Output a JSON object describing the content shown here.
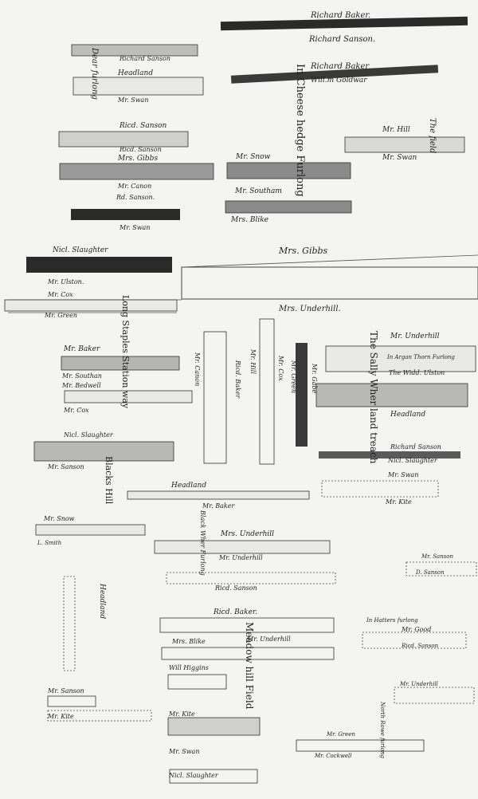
{
  "colors": {
    "paper": "#f4f4f2",
    "ink": "#1e1e1e",
    "dark_strip": "#2a2a2a",
    "shade": "#9a9a9a",
    "light": "#e9e9e7"
  },
  "labels": {
    "richard_baker_top": "Richard Baker.",
    "richard_sanson_top": "Richard Sanson.",
    "richard_sanson_l1": "Richard Sanson",
    "dear_furlong": "Dear furlong",
    "headland_top": "Headland",
    "mr_swan_1": "Mr. Swan",
    "richard_baker_2": "Richard Baker",
    "will_goldwar": "Will.m Goldwar",
    "in_cheese_hedge_furlong": "In Cheese hedge Furlong",
    "ricd_sanson_a": "Ricd. Sanson",
    "mr_hill": "Mr. Hill",
    "mr_swan_2": "Mr. Swan",
    "the_field": "The field",
    "ricd_sanson_b": "Ricd. Sanson",
    "mrs_gibbs_1": "Mrs. Gibbs",
    "mr_snow_1": "Mr. Snow",
    "mr_canon_1": "Mr. Canon",
    "r_sanson": "Rd. Sanson.",
    "mr_southam_1": "Mr. Southam",
    "mr_swan_3": "Mr. Swan",
    "mrs_blike": "Mrs. Blike",
    "nicl_slaughter_1": "Nicl. Slaughter",
    "mrs_gibbs_2": "Mrs. Gibbs",
    "mr_ulston": "Mr. Ulston.",
    "mr_cox_1": "Mr. Cox",
    "mr_green": "Mr. Green",
    "mrs_underhill_1": "Mrs. Underhill.",
    "long_staples_station_way": "Long Staples Station way",
    "mr_underhill_2": "Mr. Underhill",
    "in_argan_thorn_furlong": "In Argan Thorn Furlong",
    "the_widd_ulston": "The Widd. Ulston",
    "the_sally_wher_land_treach": "The Sally Wher land treach",
    "mr_baker_1": "Mr. Baker",
    "mr_southan_2": "Mr. Southan",
    "mr_bedwell": "Mr. Bedwell",
    "mr_cox_2": "Mr. Cox",
    "mr_canon_2": "Mr. Canon",
    "ricd_baker_v": "Ricd. Baker",
    "mr_cox_v": "Mr. Cox",
    "mr_hill_v": "Mr. Hill",
    "mr_green_v": "Mr. Green",
    "mr_gabe_v": "Mr. Gabe",
    "headland_r": "Headland",
    "nicl_slaughter_2": "Nicl. Slaughter",
    "mr_sanson_1": "Mr. Sanson",
    "richard_sanson_r": "Richard Sanson",
    "nicl_slaughter_r": "Nicl. Slaughter",
    "mr_swan_r": "Mr. Swan",
    "mr_kite_r": "Mr. Kite",
    "blacks_hill": "Blacks Hill",
    "headland_mid": "Headland",
    "mr_baker_2": "Mr. Baker",
    "mr_snow_2": "Mr. Snow",
    "l_smith": "L. Smith",
    "black_wher_furlong": "Black Wher Furlong",
    "mrs_underhill_3": "Mrs. Underhill",
    "mr_underhill_4": "Mr. Underhill",
    "ricd_sanson_c": "Ricd. Sanson",
    "mr_sanson_2": "Mr. Sanson",
    "d_sanson": "D. Sanson",
    "headland_lower": "Headland",
    "ricd_baker_low": "Ricd. Baker.",
    "mrs_blike_2": "Mrs. Blike",
    "mr_underhill_5": "Mr. Underhill",
    "will_higgins": "Will Higgins",
    "meadow_hill_field": "Meadow hill Field",
    "in_hatters_furlong": "In Hatters furlong",
    "mr_good": "Mr. Good",
    "ricd_sanson_d": "Ricd. Sanson",
    "mr_underhill_6": "Mr. Underhill",
    "mr_sanson_3": "Mr. Sanson",
    "mr_kite_2": "Mr. Kite",
    "mr_kite_3": "Mr. Kite",
    "mr_swan_5": "Mr. Swan",
    "nicl_slaughter_3": "Nicl. Slaughter",
    "mr_green_2": "Mr. Green",
    "mr_cockwell": "Mr. Cockwell",
    "north_rowe_furlong": "North Rowe furlong"
  }
}
